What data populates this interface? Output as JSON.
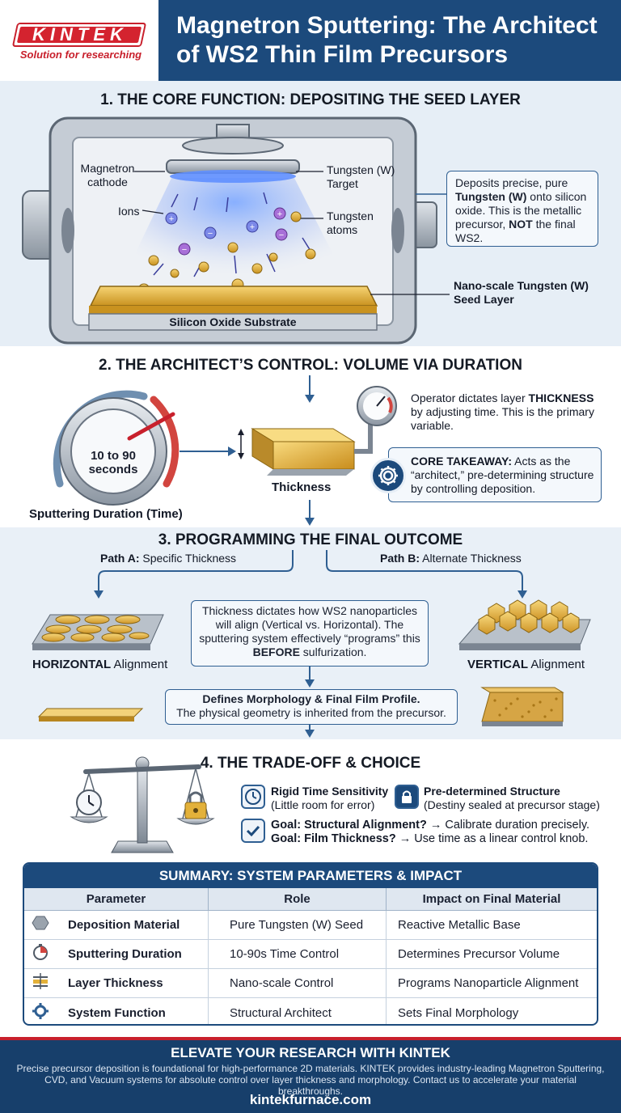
{
  "header": {
    "logo_text": "KINTEK",
    "logo_tagline": "Solution for researching",
    "title": "Magnetron Sputtering: The Architect of WS2 Thin Film Precursors"
  },
  "section1": {
    "title": "1. THE CORE FUNCTION: DEPOSITING THE SEED LAYER",
    "magnetron_label": "Magnetron cathode",
    "target_label": "Tungsten (W) Target",
    "ions_label": "Ions",
    "atoms_label": "Tungsten atoms",
    "seed_label": "Nano-scale Tungsten (W) Seed Layer",
    "substrate_label": "Silicon Oxide Substrate",
    "callout_1": "Deposits precise, pure ",
    "callout_2": "Tungsten (W)",
    "callout_3": " onto silicon oxide. This is the metallic precursor, ",
    "callout_4": "NOT",
    "callout_5": " the final WS2."
  },
  "section2": {
    "title": "2. THE ARCHITECT’S CONTROL: VOLUME VIA DURATION",
    "dial_text": "10 to 90 seconds",
    "dial_label": "Sputtering Duration (Time)",
    "thickness_label": "Thickness",
    "desc_1": "Operator dictates layer ",
    "desc_2": "THICKNESS",
    "desc_3": " by adjusting time. This is the primary variable.",
    "takeaway_1": "CORE TAKEAWAY:",
    "takeaway_2": " Acts as the “architect,” pre-determining structure by controlling deposition."
  },
  "section3": {
    "title": "3. PROGRAMMING THE FINAL OUTCOME",
    "path_a_1": "Path A:",
    "path_a_2": " Specific Thickness",
    "path_b_1": "Path B:",
    "path_b_2": " Alternate Thickness",
    "center_1": "Thickness dictates how WS2 nanoparticles will align (Vertical vs. Horizontal). The sputtering system effectively “programs” this ",
    "center_2": "BEFORE",
    "center_3": " sulfurization.",
    "horizontal_1": "HORIZONTAL",
    "horizontal_2": " Alignment",
    "vertical_1": "VERTICAL",
    "vertical_2": " Alignment",
    "morph_1": "Defines Morphology & Final Film Profile.",
    "morph_2": "The physical geometry is inherited from the precursor."
  },
  "section4": {
    "title": "4. THE TRADE-OFF & CHOICE",
    "item1_title": "Rigid Time Sensitivity",
    "item1_sub": "(Little room for error)",
    "item2_title": "Pre-determined Structure",
    "item2_sub": "(Destiny sealed at precursor stage)",
    "goal1_a": "Goal: Structural Alignment?",
    "goal1_b": " → Calibrate duration precisely.",
    "goal2_a": "Goal: Film Thickness?",
    "goal2_b": " → Use time as a linear control knob."
  },
  "summary": {
    "title": "SUMMARY: SYSTEM PARAMETERS & IMPACT",
    "headers": [
      "Parameter",
      "Role",
      "Impact on Final Material"
    ],
    "rows": [
      {
        "icon": "hexagon-icon",
        "param": "Deposition Material",
        "role": "Pure Tungsten (W) Seed",
        "impact": "Reactive Metallic Base"
      },
      {
        "icon": "stopwatch-icon",
        "param": "Sputtering Duration",
        "role": "10-90s Time Control",
        "impact": "Determines Precursor Volume"
      },
      {
        "icon": "thickness-icon",
        "param": "Layer Thickness",
        "role": "Nano-scale Control",
        "impact": "Programs Nanoparticle Alignment"
      },
      {
        "icon": "gear-icon",
        "param": "System Function",
        "role": "Structural Architect",
        "impact": "Sets Final Morphology"
      }
    ]
  },
  "footer": {
    "title": "ELEVATE YOUR RESEARCH WITH KINTEK",
    "body": "Precise precursor deposition is foundational for high-performance 2D materials. KINTEK provides industry-leading Magnetron Sputtering, CVD, and Vacuum systems for absolute control over layer thickness and morphology. Contact us to accelerate your material breakthroughs.",
    "url": "kintekfurnace.com"
  },
  "colors": {
    "brand_red": "#d4232f",
    "navy": "#1c4a7c",
    "gold": "#e6b33c"
  }
}
